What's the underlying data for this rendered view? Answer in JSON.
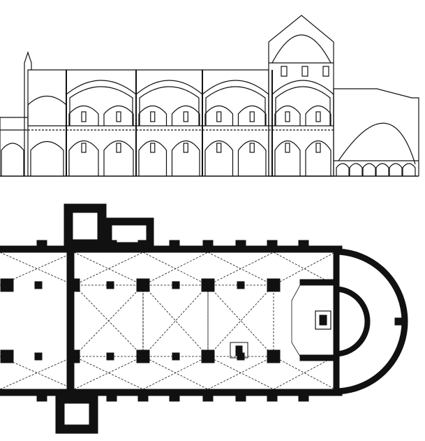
{
  "drawing": {
    "colors": {
      "ink": "#111111",
      "paper": "#ffffff",
      "hatch": "#555555"
    },
    "section": {
      "nave_bays": 3,
      "crossing_tower": true,
      "apse": true
    },
    "plan": {
      "nave_bays": 3,
      "towers": 2,
      "apse": "semicircular"
    }
  }
}
